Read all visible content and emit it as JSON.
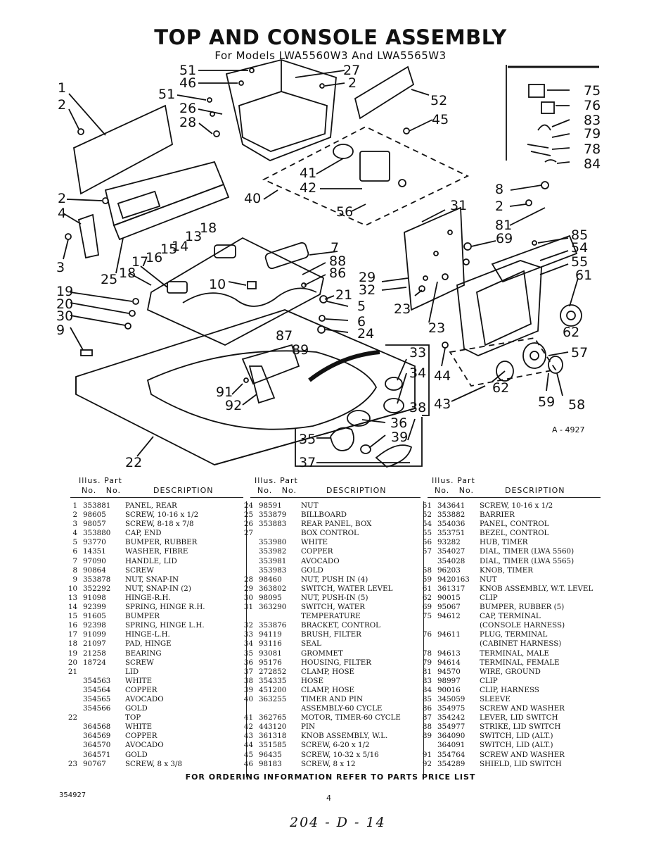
{
  "title": "TOP AND CONSOLE ASSEMBLY",
  "subtitle": "For Models LWA5560W3 And LWA5565W3",
  "figure_id": "A - 4927",
  "callouts": [
    "51",
    "27",
    "46",
    "2",
    "51",
    "26",
    "52",
    "28",
    "45",
    "1",
    "2",
    "41",
    "42",
    "40",
    "56",
    "31",
    "8",
    "2",
    "81",
    "69",
    "85",
    "2",
    "4",
    "13",
    "18",
    "14",
    "15",
    "16",
    "17",
    "7",
    "88",
    "86",
    "3",
    "25",
    "18",
    "10",
    "21",
    "29",
    "23",
    "54",
    "55",
    "61",
    "32",
    "19",
    "20",
    "30",
    "9",
    "5",
    "6",
    "24",
    "23",
    "62",
    "87",
    "89",
    "33",
    "57",
    "34",
    "44",
    "91",
    "92",
    "38",
    "36",
    "35",
    "39",
    "37",
    "22",
    "43",
    "62",
    "59",
    "58",
    "75",
    "76",
    "83",
    "79",
    "78",
    "84"
  ],
  "table_header": {
    "illus": "Illus.",
    "part": "Part",
    "no1": "No.",
    "no2": "No.",
    "description": "DESCRIPTION"
  },
  "columns": [
    [
      [
        "1",
        "353881",
        "PANEL, REAR"
      ],
      [
        "2",
        "98605",
        "SCREW, 10-16 x 1/2"
      ],
      [
        "3",
        "98057",
        "SCREW, 8-18 x 7/8"
      ],
      [
        "4",
        "353880",
        "CAP, END"
      ],
      [
        "5",
        "93770",
        "BUMPER, RUBBER"
      ],
      [
        "6",
        "14351",
        "WASHER, FIBRE"
      ],
      [
        "7",
        "97090",
        "HANDLE, LID"
      ],
      [
        "8",
        "90864",
        "SCREW"
      ],
      [
        "9",
        "353878",
        "NUT, SNAP-IN"
      ],
      [
        "10",
        "352292",
        "NUT, SNAP-IN (2)"
      ],
      [
        "13",
        "91098",
        "HINGE-R.H."
      ],
      [
        "14",
        "92399",
        "SPRING, HINGE R.H."
      ],
      [
        "15",
        "91605",
        "BUMPER"
      ],
      [
        "16",
        "92398",
        "SPRING, HINGE L.H."
      ],
      [
        "17",
        "91099",
        "HINGE-L.H."
      ],
      [
        "18",
        "21097",
        "PAD, HINGE"
      ],
      [
        "19",
        "21258",
        "BEARING"
      ],
      [
        "20",
        "18724",
        "SCREW"
      ],
      [
        "21",
        "",
        "LID"
      ],
      [
        "",
        "354563",
        "WHITE"
      ],
      [
        "",
        "354564",
        "COPPER"
      ],
      [
        "",
        "354565",
        "AVOCADO"
      ],
      [
        "",
        "354566",
        "GOLD"
      ],
      [
        "22",
        "",
        "TOP"
      ],
      [
        "",
        "364568",
        "WHITE"
      ],
      [
        "",
        "364569",
        "COPPER"
      ],
      [
        "",
        "364570",
        "AVOCADO"
      ],
      [
        "",
        "364571",
        "GOLD"
      ],
      [
        "23",
        "90767",
        "SCREW, 8 x 3/8"
      ]
    ],
    [
      [
        "24",
        "98591",
        "NUT"
      ],
      [
        "25",
        "353879",
        "BILLBOARD"
      ],
      [
        "26",
        "353883",
        "REAR PANEL, BOX"
      ],
      [
        "27",
        "",
        "BOX CONTROL"
      ],
      [
        "",
        "353980",
        "WHITE"
      ],
      [
        "",
        "353982",
        "COPPER"
      ],
      [
        "",
        "353981",
        "AVOCADO"
      ],
      [
        "",
        "353983",
        "GOLD"
      ],
      [
        "28",
        "98460",
        "NUT, PUSH IN (4)"
      ],
      [
        "29",
        "363802",
        "SWITCH, WATER LEVEL"
      ],
      [
        "30",
        "98095",
        "NUT, PUSH-IN (5)"
      ],
      [
        "31",
        "363290",
        "SWITCH, WATER"
      ],
      [
        "",
        "",
        "TEMPERATURE"
      ],
      [
        "32",
        "353876",
        "BRACKET, CONTROL"
      ],
      [
        "33",
        "94119",
        "BRUSH, FILTER"
      ],
      [
        "34",
        "93116",
        "SEAL"
      ],
      [
        "35",
        "93081",
        "GROMMET"
      ],
      [
        "36",
        "95176",
        "HOUSING, FILTER"
      ],
      [
        "37",
        "272852",
        "CLAMP, HOSE"
      ],
      [
        "38",
        "354335",
        "HOSE"
      ],
      [
        "39",
        "451200",
        "CLAMP, HOSE"
      ],
      [
        "40",
        "363255",
        "TIMER AND PIN"
      ],
      [
        "",
        "",
        "ASSEMBLY-60 CYCLE"
      ],
      [
        "41",
        "362765",
        "MOTOR, TIMER-60 CYCLE"
      ],
      [
        "42",
        "443120",
        "PIN"
      ],
      [
        "43",
        "361318",
        "KNOB ASSEMBLY, W.L."
      ],
      [
        "44",
        "351585",
        "SCREW, 6-20 x 1/2"
      ],
      [
        "45",
        "96435",
        "SCREW, 10-32 x 5/16"
      ],
      [
        "46",
        "98183",
        "SCREW, 8 x 12"
      ]
    ],
    [
      [
        "51",
        "343641",
        "SCREW, 10-16 x 1/2"
      ],
      [
        "52",
        "353882",
        "BARRIER"
      ],
      [
        "54",
        "354036",
        "PANEL, CONTROL"
      ],
      [
        "55",
        "353751",
        "BEZEL, CONTROL"
      ],
      [
        "56",
        "93282",
        "HUB, TIMER"
      ],
      [
        "57",
        "354027",
        "DIAL, TIMER (LWA 5560)"
      ],
      [
        "",
        "354028",
        "DIAL, TIMER (LWA 5565)"
      ],
      [
        "58",
        "96203",
        "KNOB, TIMER"
      ],
      [
        "59",
        "9420163",
        "NUT"
      ],
      [
        "61",
        "361317",
        "KNOB ASSEMBLY, W.T. LEVEL"
      ],
      [
        "62",
        "90015",
        "CLIP"
      ],
      [
        "69",
        "95067",
        "BUMPER, RUBBER (5)"
      ],
      [
        "75",
        "94612",
        "CAP, TERMINAL"
      ],
      [
        "",
        "",
        "(CONSOLE HARNESS)"
      ],
      [
        "76",
        "94611",
        "PLUG, TERMINAL"
      ],
      [
        "",
        "",
        "(CABINET HARNESS)"
      ],
      [
        "78",
        "94613",
        "TERMINAL, MALE"
      ],
      [
        "79",
        "94614",
        "TERMINAL, FEMALE"
      ],
      [
        "81",
        "94570",
        "WIRE, GROUND"
      ],
      [
        "83",
        "98997",
        "CLIP"
      ],
      [
        "84",
        "90016",
        "CLIP, HARNESS"
      ],
      [
        "85",
        "345059",
        "SLEEVE"
      ],
      [
        "86",
        "354975",
        "SCREW AND WASHER"
      ],
      [
        "87",
        "354242",
        "LEVER, LID SWITCH"
      ],
      [
        "88",
        "354977",
        "STRIKE, LID SWITCH"
      ],
      [
        "89",
        "364090",
        "SWITCH, LID (ALT.)"
      ],
      [
        "",
        "364091",
        "SWITCH, LID (ALT.)"
      ],
      [
        "91",
        "354764",
        "SCREW AND WASHER"
      ],
      [
        "92",
        "354289",
        "SHIELD, LID SWITCH"
      ]
    ]
  ],
  "footer": "FOR ORDERING INFORMATION REFER TO PARTS PRICE LIST",
  "page_code": "354927",
  "page_number": "4",
  "handwritten_note": "204 - D - 14"
}
